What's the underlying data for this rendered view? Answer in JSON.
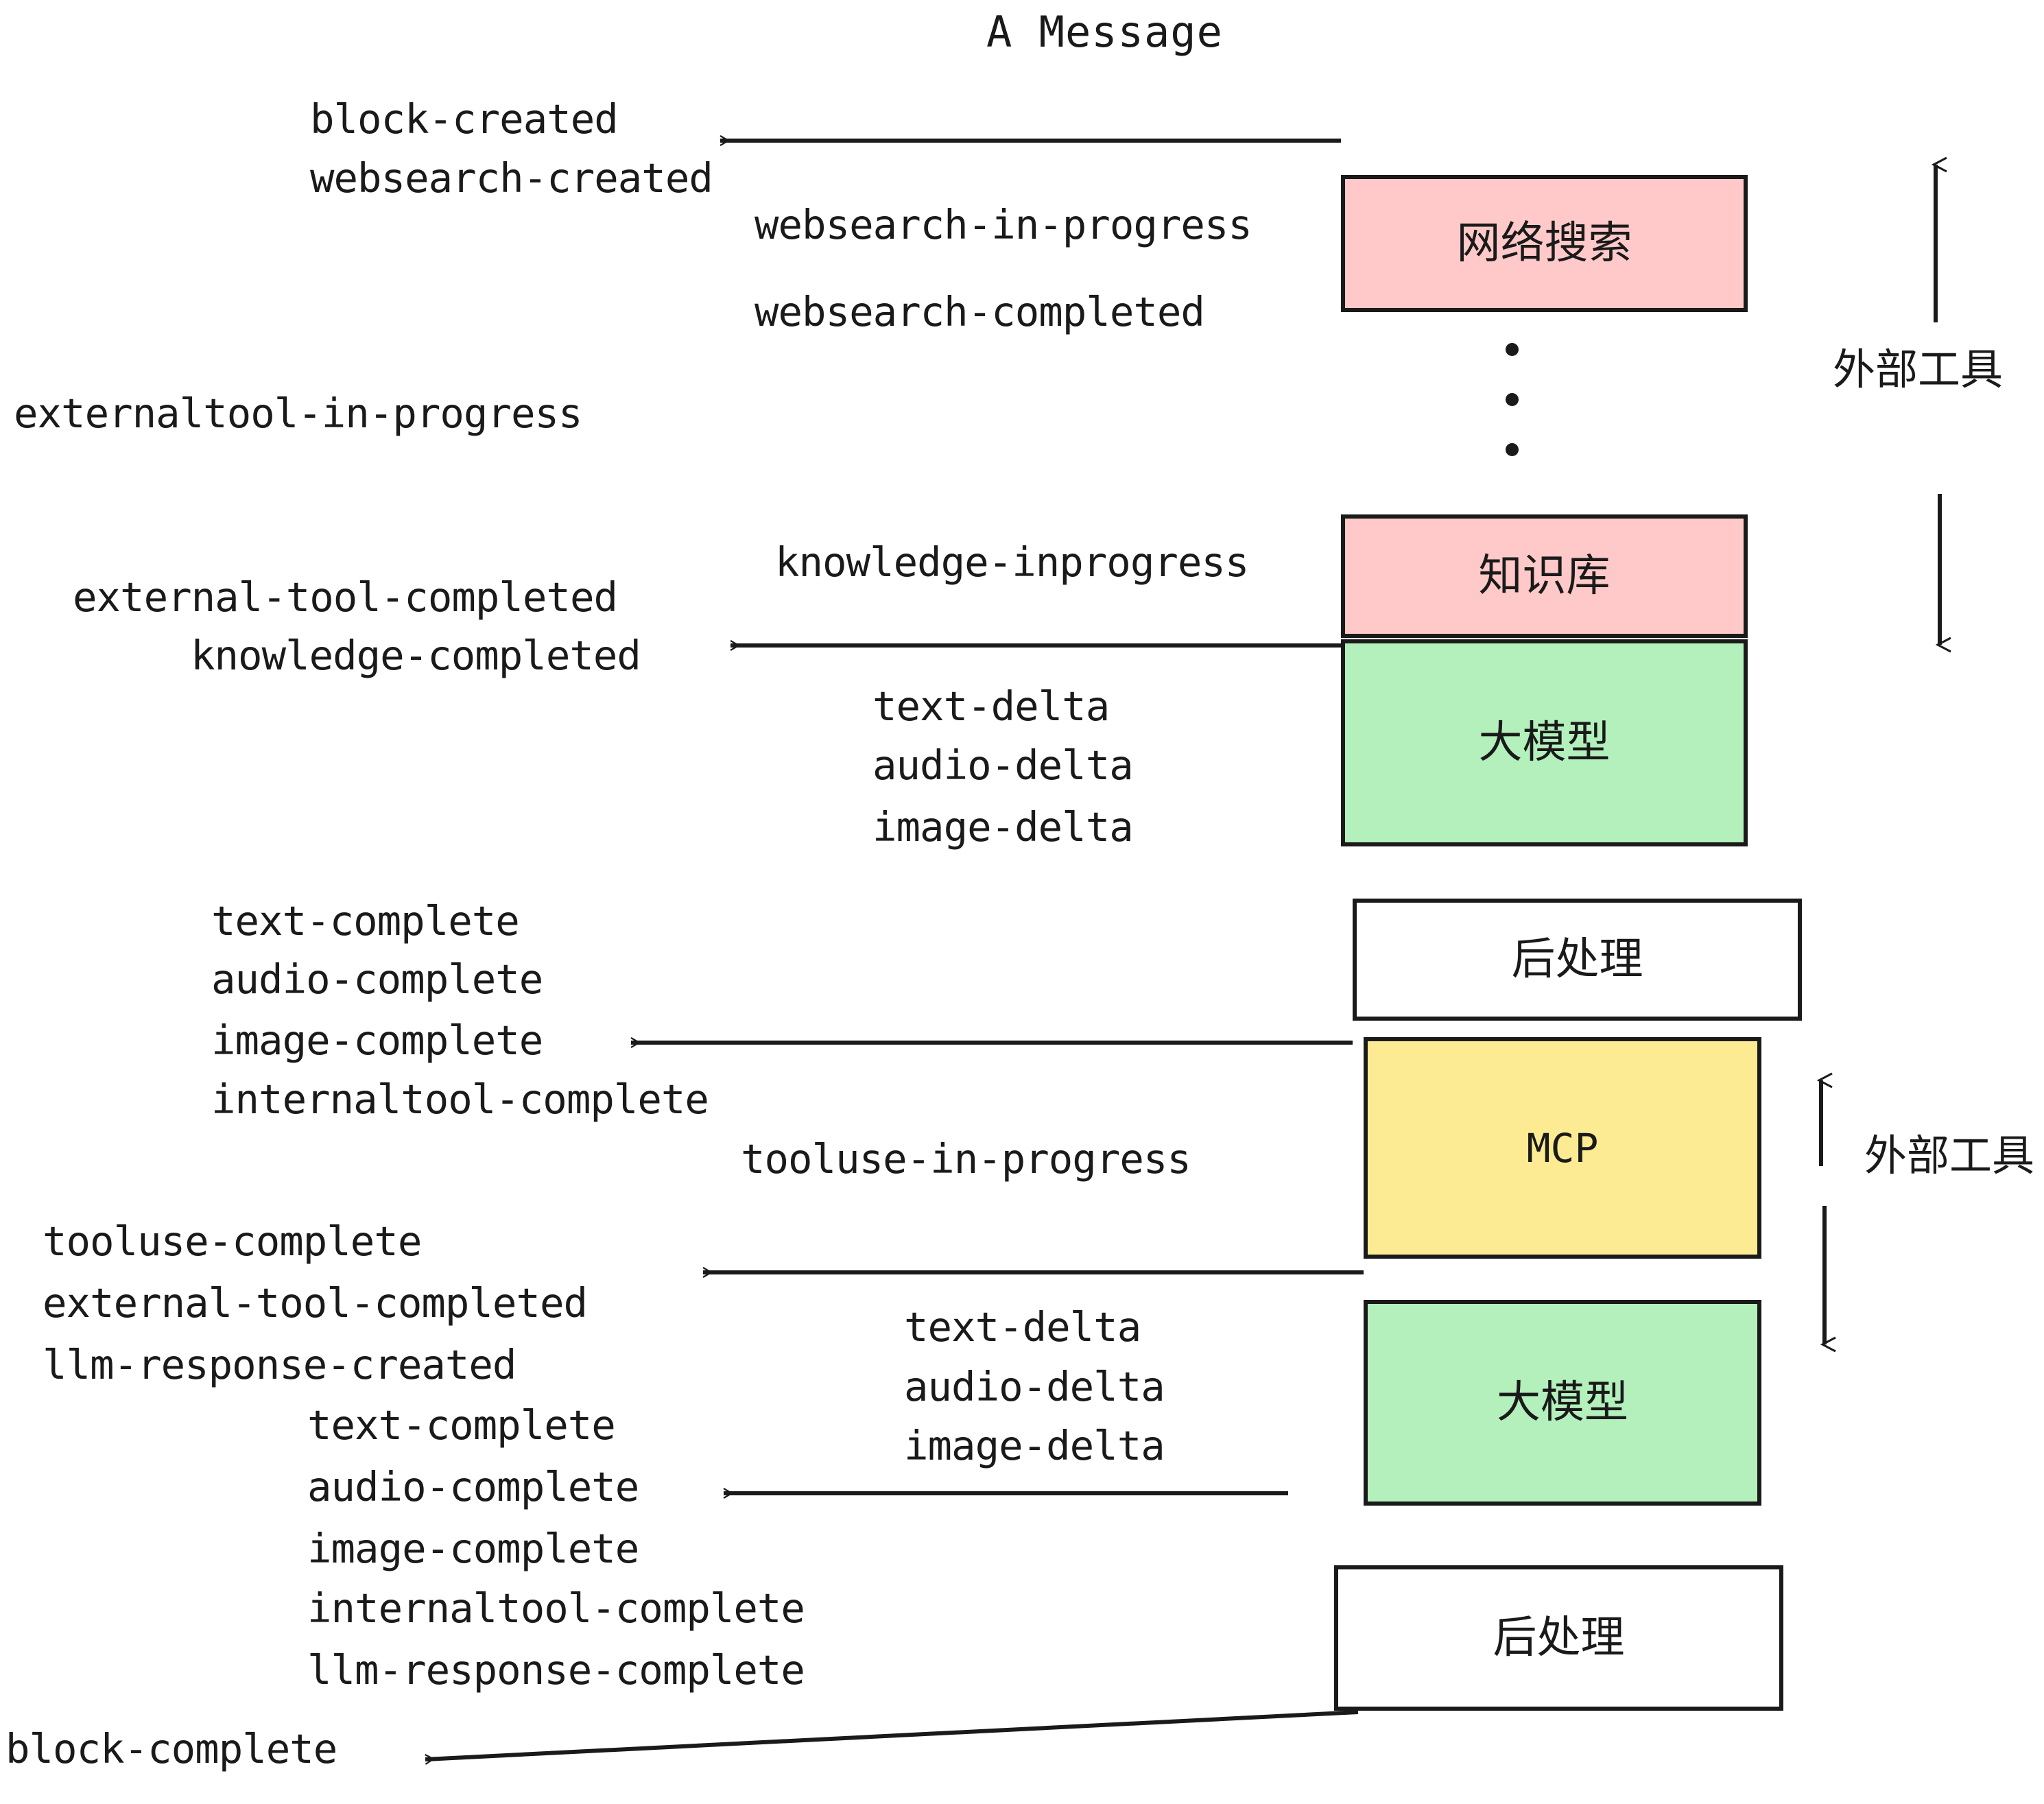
{
  "title": "A Message",
  "colors": {
    "pink": "#FFC9C9",
    "green": "#B3F0BC",
    "yellow": "#FCEB92",
    "white": "#FFFFFF",
    "stroke": "#1A1A1A",
    "text": "#1A1A1A"
  },
  "boxes": [
    {
      "id": "websearch",
      "label": "网络搜索",
      "fill": "#FFC9C9"
    },
    {
      "id": "knowledge",
      "label": "知识库",
      "fill": "#FFC9C9"
    },
    {
      "id": "llm-1",
      "label": "大模型",
      "fill": "#B3F0BC"
    },
    {
      "id": "postprocess-1",
      "label": "后处理",
      "fill": "#FFFFFF"
    },
    {
      "id": "mcp",
      "label": "MCP",
      "fill": "#FCEB92"
    },
    {
      "id": "llm-2",
      "label": "大模型",
      "fill": "#B3F0BC"
    },
    {
      "id": "postprocess-2",
      "label": "后处理",
      "fill": "#FFFFFF"
    }
  ],
  "brackets": [
    {
      "id": "external-tools-top",
      "label": "外部工具"
    },
    {
      "id": "external-tools-bottom",
      "label": "外部工具"
    }
  ],
  "events": {
    "block_created": "block-created",
    "websearch_created": "websearch-created",
    "websearch_in_progress": "websearch-in-progress",
    "websearch_completed": "websearch-completed",
    "externaltool_in_progress": "externaltool-in-progress",
    "knowledge_inprogress": "knowledge-inprogress",
    "external_tool_completed_1": "external-tool-completed",
    "knowledge_completed": "knowledge-completed",
    "text_delta_1": "text-delta",
    "audio_delta_1": "audio-delta",
    "image_delta_1": "image-delta",
    "text_complete_1": "text-complete",
    "audio_complete_1": "audio-complete",
    "image_complete_1": "image-complete",
    "internaltool_complete_1": "internaltool-complete",
    "tooluse_in_progress": "tooluse-in-progress",
    "tooluse_complete": "tooluse-complete",
    "external_tool_completed_2": "external-tool-completed",
    "llm_response_created": "llm-response-created",
    "text_delta_2": "text-delta",
    "audio_delta_2": "audio-delta",
    "image_delta_2": "image-delta",
    "text_complete_2": "text-complete",
    "audio_complete_2": "audio-complete",
    "image_complete_2": "image-complete",
    "internaltool_complete_2": "internaltool-complete",
    "llm_response_complete": "llm-response-complete",
    "block_complete": "block-complete"
  }
}
